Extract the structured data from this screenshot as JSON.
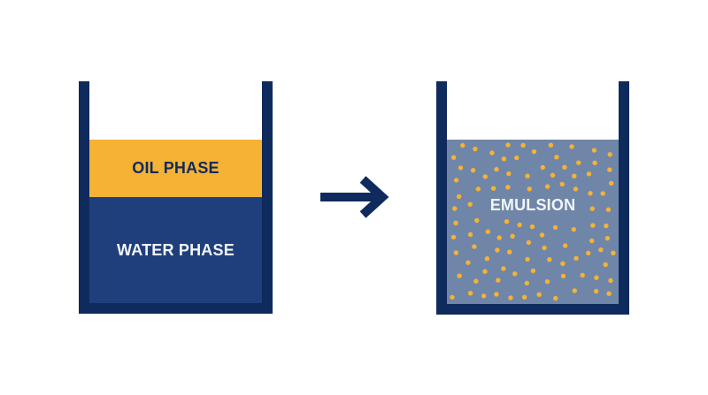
{
  "diagram": {
    "before": {
      "top_layer_label": "OIL PHASE",
      "bottom_layer_label": "WATER PHASE"
    },
    "after": {
      "label": "EMULSION"
    }
  },
  "colors": {
    "container": "#0f2a5c",
    "oil": "#f6b234",
    "water": "#1f3f7c",
    "emulsion": "#6f86a8",
    "droplet": "#f6b234"
  }
}
